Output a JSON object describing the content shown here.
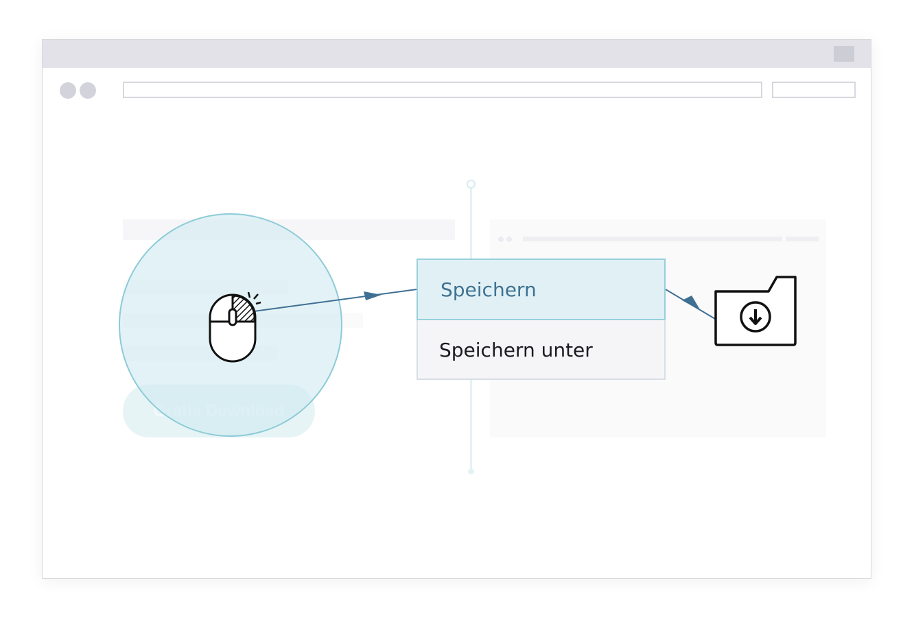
{
  "menu": {
    "items": [
      {
        "label": "Speichern",
        "state": "highlighted"
      },
      {
        "label": "Speichern unter",
        "state": "normal"
      }
    ]
  },
  "background_page": {
    "download_button_label": "Gratis Download"
  },
  "icons": {
    "pointer": "mouse-right-click-icon",
    "target": "folder-download-icon"
  },
  "colors": {
    "accent": "#3f7291",
    "highlight_bg": "#e0f0f5",
    "highlight_border": "#96d0dc",
    "circle_fill": "#d0eaf0",
    "circle_border": "#8ccbd7",
    "titlebar": "#e2e2e8"
  }
}
